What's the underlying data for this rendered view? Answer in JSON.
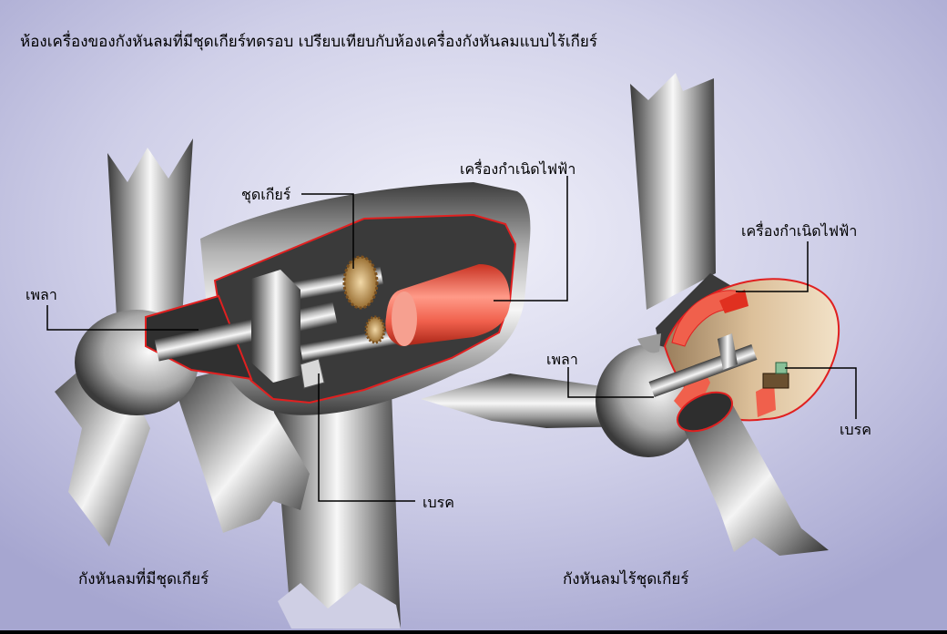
{
  "title": "ห้องเครื่องของกังหันลมที่มีชุดเกียร์ทดรอบ  เปรียบเทียบกับห้องเครื่องกังหันลมแบบไร้เกียร์",
  "left_diagram": {
    "labels": {
      "gearbox": "ชุดเกียร์",
      "generator": "เครื่องกำเนิดไฟฟ้า",
      "shaft": "เพลา",
      "brake": "เบรค"
    },
    "caption": "กังหันลมที่มีชุดเกียร์"
  },
  "right_diagram": {
    "labels": {
      "generator": "เครื่องกำเนิดไฟฟ้า",
      "shaft": "เพลา",
      "brake": "เบรค"
    },
    "caption": "กังหันลมไร้ชุดเกียร์"
  },
  "colors": {
    "background_center": "#eeeef8",
    "background_edge": "#a8a8d2",
    "generator": "#f0604c",
    "cutaway_edge": "#e02020",
    "gear": "#c8a060",
    "nacelle_interior_right": "#dcc09a"
  }
}
